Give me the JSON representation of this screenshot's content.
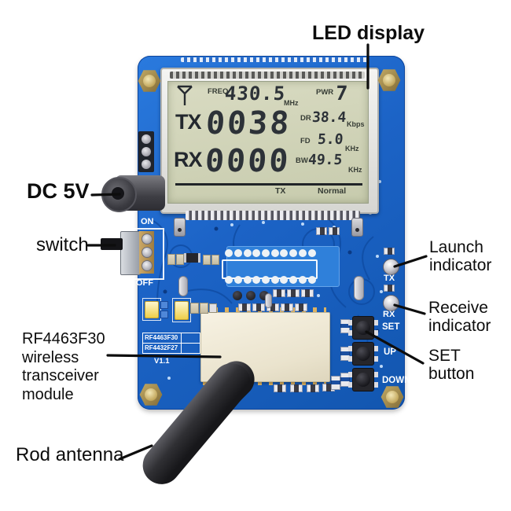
{
  "annotations": {
    "led_display": "LED display",
    "dc_5v": "DC 5V",
    "switch": "switch",
    "launch_indicator": "Launch\nindicator",
    "receive_indicator": "Receive\nindicator",
    "set_button": "SET\nbutton",
    "rf_module": "RF4463F30\nwireless\ntransceiver\nmodule",
    "rod_antenna": "Rod antenna"
  },
  "lcd": {
    "freq_label": "FREQ",
    "freq_value": "430.5",
    "freq_unit": "MHz",
    "pwr_label": "PWR",
    "pwr_value": "7",
    "tx_label": "TX",
    "tx_value": "0038",
    "dr_label": "DR",
    "dr_value": "38.4",
    "dr_unit": "Kbps",
    "fd_label": "FD",
    "fd_value": "5.0",
    "fd_unit": "KHz",
    "rx_label": "RX",
    "rx_value": "0000",
    "bw_label": "BW",
    "bw_value": "49.5",
    "bw_unit": "KHz",
    "status_tx": "TX",
    "status_mode": "Normal",
    "antenna_icon": "antenna-symbol"
  },
  "silkscreen": {
    "on": "ON",
    "off": "OFF",
    "tx": "TX",
    "rx": "RX",
    "set": "SET",
    "up": "UP",
    "down": "DOWN",
    "module_row1": "RF4463F30",
    "module_row2": "RF4432F27",
    "version": "V1.1",
    "minus": "-",
    "plus": "+"
  },
  "colors": {
    "pcb_blue": "#1c63c6",
    "pcb_trace": "#0e4aa0",
    "lcd_screen": "#ccd0b4",
    "module_cream": "#efe8d5",
    "screw_gold": "#c9a85d",
    "antenna_black": "#1d1d20",
    "silkscreen_white": "#ffffff",
    "annotation_text": "#0d0d0d"
  }
}
